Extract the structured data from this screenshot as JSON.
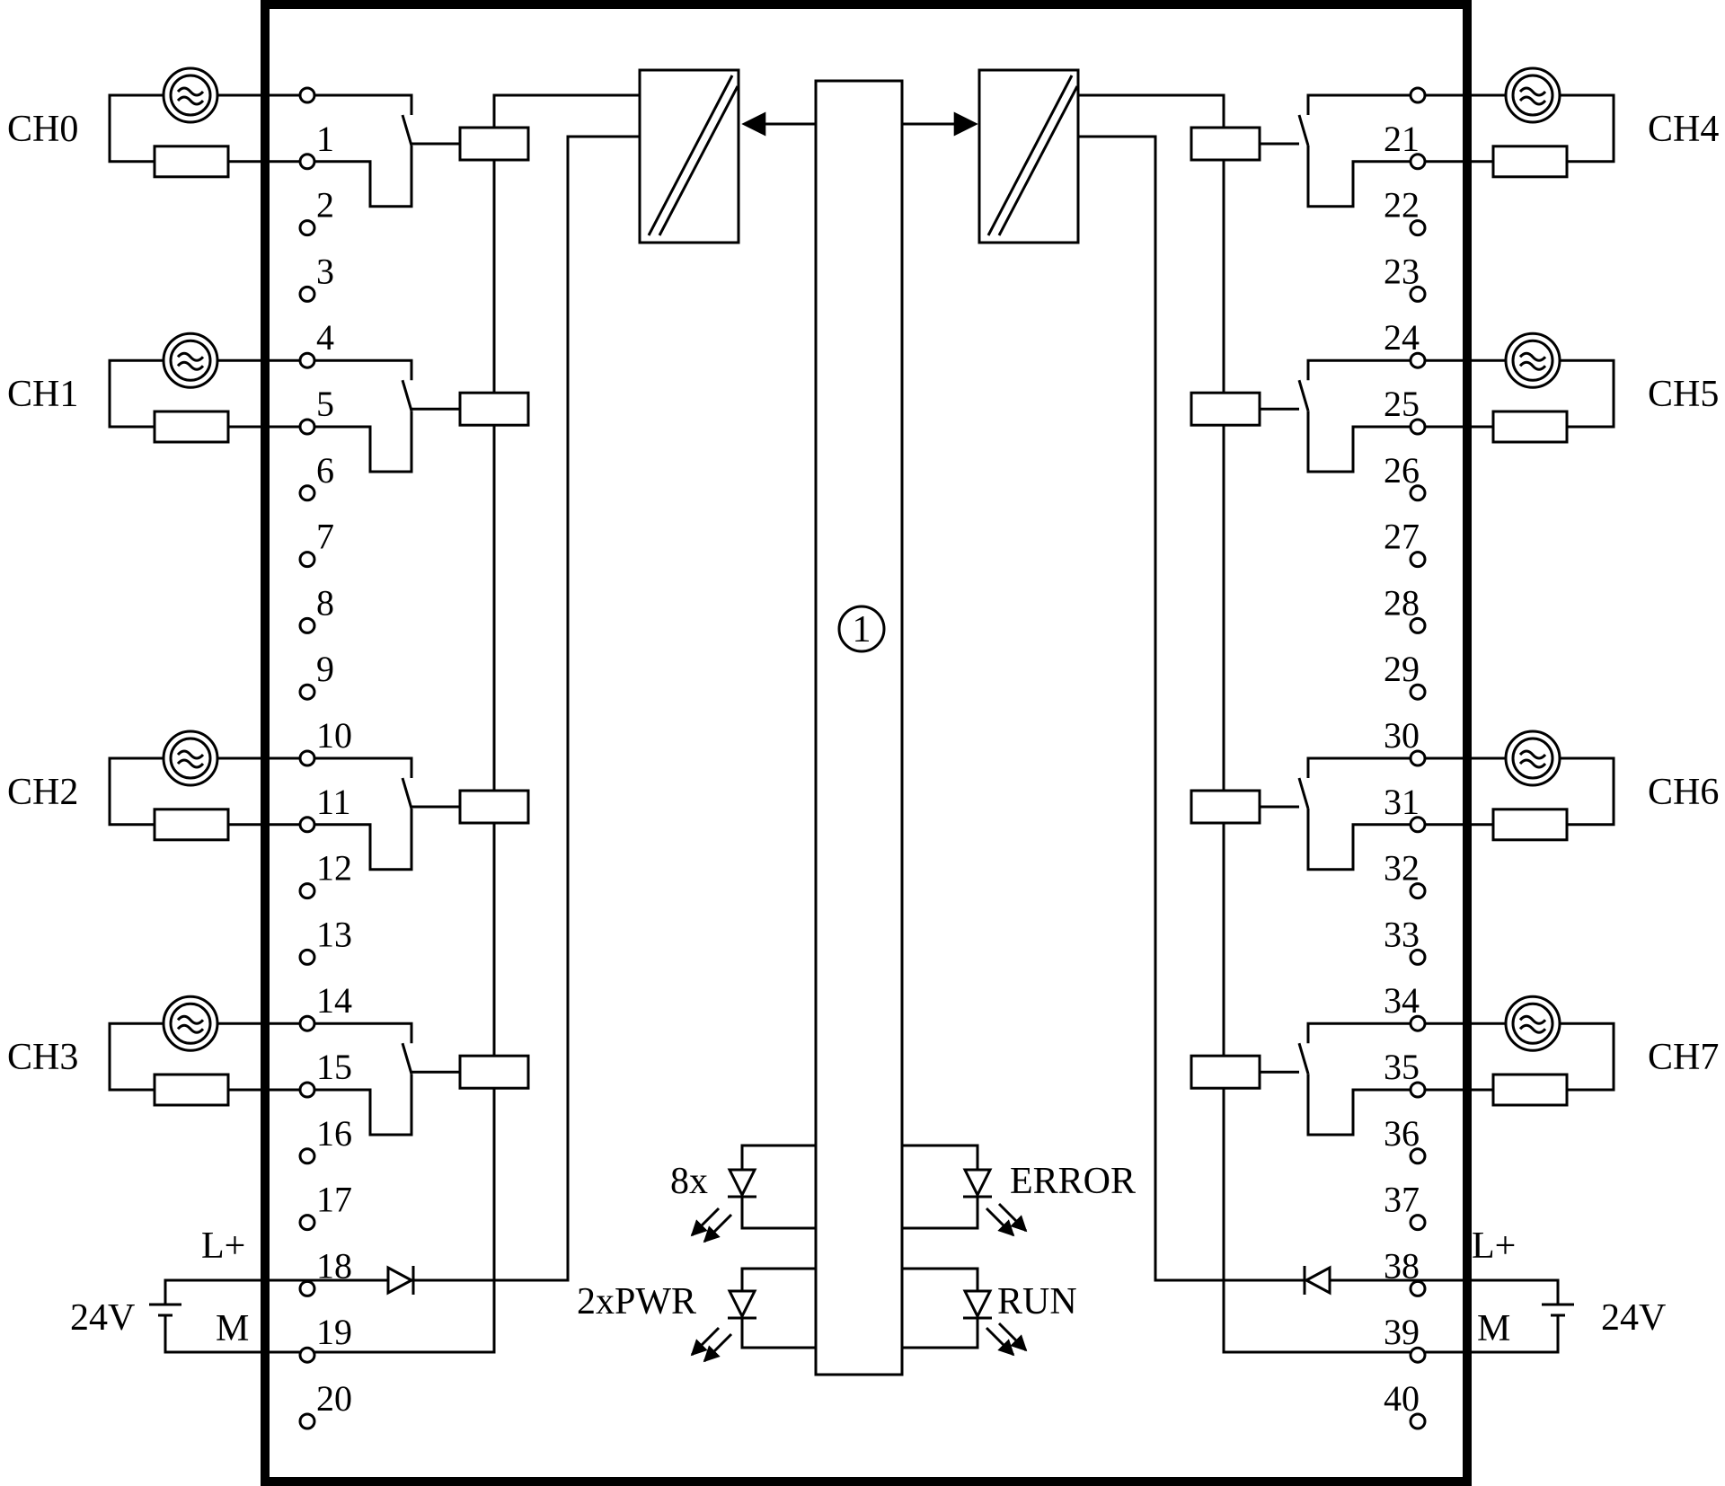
{
  "left_terminals": [
    "1",
    "2",
    "3",
    "4",
    "5",
    "6",
    "7",
    "8",
    "9",
    "10",
    "11",
    "12",
    "13",
    "14",
    "15",
    "16",
    "17",
    "18",
    "19",
    "20"
  ],
  "right_terminals": [
    "21",
    "22",
    "23",
    "24",
    "25",
    "26",
    "27",
    "28",
    "29",
    "30",
    "31",
    "32",
    "33",
    "34",
    "35",
    "36",
    "37",
    "38",
    "39",
    "40"
  ],
  "left_channels": [
    "CH0",
    "CH1",
    "CH2",
    "CH3"
  ],
  "right_channels": [
    "CH4",
    "CH5",
    "CH6",
    "CH7"
  ],
  "power": {
    "left_plus": "L+",
    "left_minus": "M",
    "left_voltage": "24V",
    "right_plus": "L+",
    "right_minus": "M",
    "right_voltage": "24V"
  },
  "leds": {
    "channel_leds": "8x",
    "power_leds": "2xPWR",
    "error": "ERROR",
    "run": "RUN"
  },
  "bus_marker": "1"
}
